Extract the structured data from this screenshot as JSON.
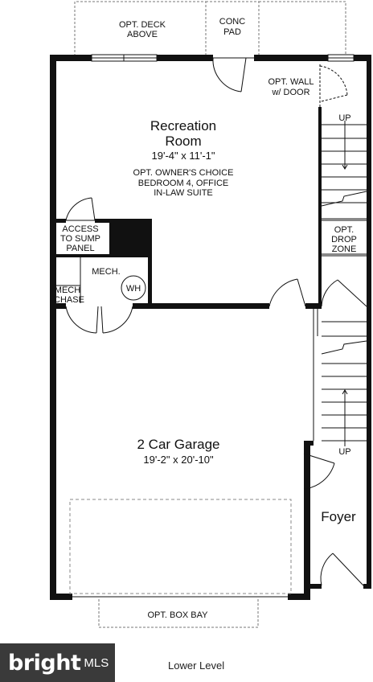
{
  "rooms": {
    "recreation": {
      "name_line1": "Recreation",
      "name_line2": "Room",
      "size": "19'-4\" x 11'-1\"",
      "option_line1": "OPT. OWNER'S CHOICE",
      "option_line2": "BEDROOM 4, OFFICE",
      "option_line3": "IN-LAW SUITE"
    },
    "garage": {
      "name": "2 Car Garage",
      "size": "19'-2\" x 20'-10\""
    },
    "foyer": {
      "name": "Foyer"
    }
  },
  "labels": {
    "deck_line1": "OPT. DECK",
    "deck_line2": "ABOVE",
    "conc_line1": "CONC",
    "conc_line2": "PAD",
    "wall_line1": "OPT. WALL",
    "wall_line2": "w/ DOOR",
    "stair_up_top": "UP",
    "stair_up_bottom": "UP",
    "sump_line1": "ACCESS",
    "sump_line2": "TO SUMP",
    "sump_line3": "PANEL",
    "mech": "MECH.",
    "wh": "WH",
    "mech_chase_line1": "MECH",
    "mech_chase_line2": "CHASE",
    "drop_line1": "OPT.",
    "drop_line2": "DROP",
    "drop_line3": "ZONE",
    "box_bay": "OPT. BOX BAY"
  },
  "watermark": {
    "brand": "bright",
    "suffix": "MLS"
  },
  "caption": "Lower Level"
}
